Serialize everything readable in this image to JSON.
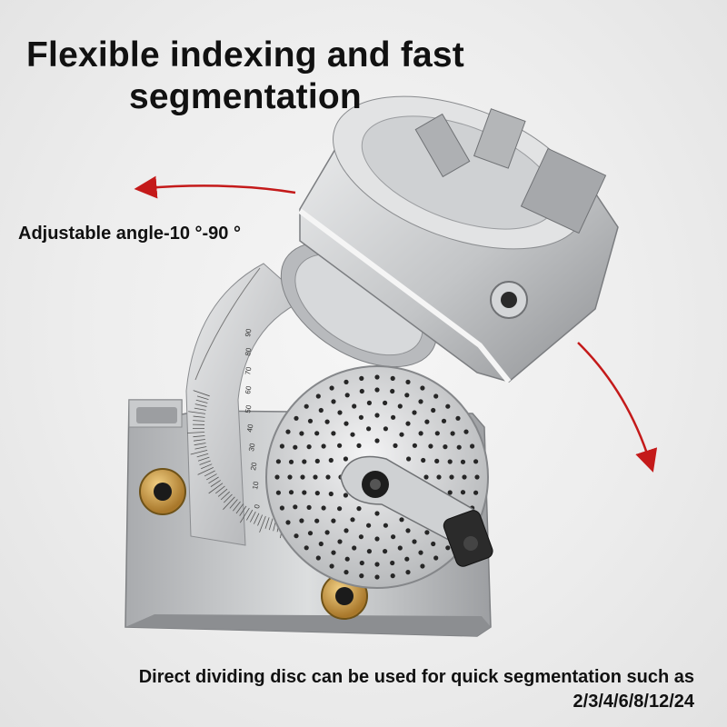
{
  "headline": {
    "line1": "Flexible indexing and fast",
    "line2": "segmentation"
  },
  "angle_label": "Adjustable angle-10 °-90 °",
  "caption": {
    "line1": "Direct dividing disc can be used for quick segmentation such as",
    "line2": "2/3/4/6/8/12/24"
  },
  "scale_ticks": [
    "0",
    "10",
    "20",
    "30",
    "40",
    "50",
    "60",
    "70",
    "80",
    "90"
  ],
  "colors": {
    "arrow": "#c41a1a",
    "steel": "#c9cbcd",
    "brass": "#c99a3c"
  }
}
